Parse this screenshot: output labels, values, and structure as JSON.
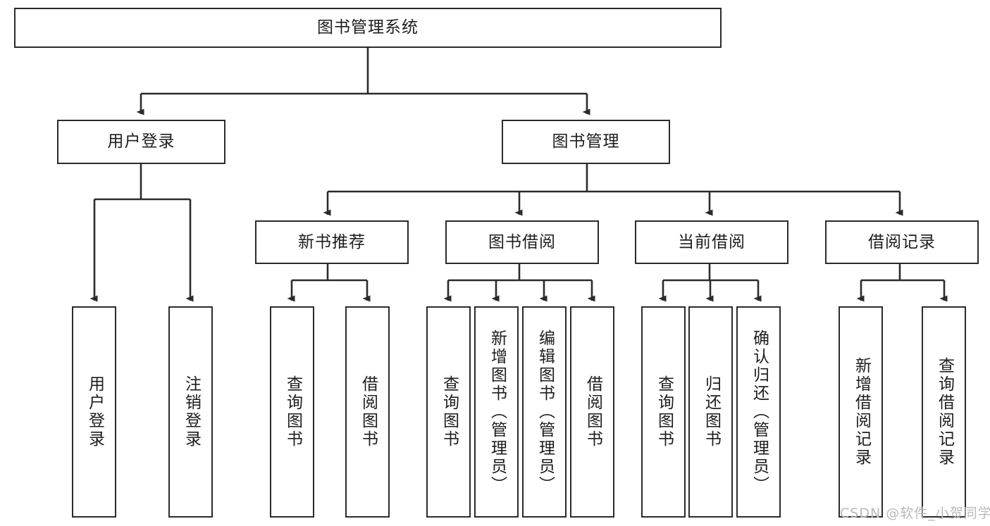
{
  "diagram": {
    "title_node": {
      "label": "图书管理系统"
    },
    "level2": [
      {
        "id": "user-login",
        "label": "用户登录"
      },
      {
        "id": "book-management",
        "label": "图书管理"
      }
    ],
    "level3": [
      {
        "id": "new-book-recommend",
        "label": "新书推荐"
      },
      {
        "id": "book-borrow",
        "label": "图书借阅"
      },
      {
        "id": "current-borrow",
        "label": "当前借阅"
      },
      {
        "id": "borrow-record",
        "label": "借阅记录"
      }
    ],
    "leaves": [
      {
        "id": "leaf-user-login",
        "label": "用户登录"
      },
      {
        "id": "leaf-logout-login",
        "label": "注销登录"
      },
      {
        "id": "leaf-query-book-1",
        "label": "查询图书"
      },
      {
        "id": "leaf-borrow-book-1",
        "label": "借阅图书"
      },
      {
        "id": "leaf-query-book-2",
        "label": "查询图书"
      },
      {
        "id": "leaf-add-book-admin",
        "label": "新增图书（管理员）"
      },
      {
        "id": "leaf-edit-book-admin",
        "label": "编辑图书（管理员）"
      },
      {
        "id": "leaf-borrow-book-2",
        "label": "借阅图书"
      },
      {
        "id": "leaf-query-book-3",
        "label": "查询图书"
      },
      {
        "id": "leaf-return-book",
        "label": "归还图书"
      },
      {
        "id": "leaf-confirm-return-admin",
        "label": "确认归还（管理员）"
      },
      {
        "id": "leaf-add-borrow-record",
        "label": "新增借阅记录"
      },
      {
        "id": "leaf-query-borrow-record",
        "label": "查询借阅记录"
      }
    ]
  },
  "watermark": {
    "text": "CSDN @软件_小贺同学"
  },
  "colors": {
    "border": "#2b2b2b",
    "text": "#1d1d1d",
    "background": "#ffffff",
    "watermark": "#b9b9b9"
  }
}
